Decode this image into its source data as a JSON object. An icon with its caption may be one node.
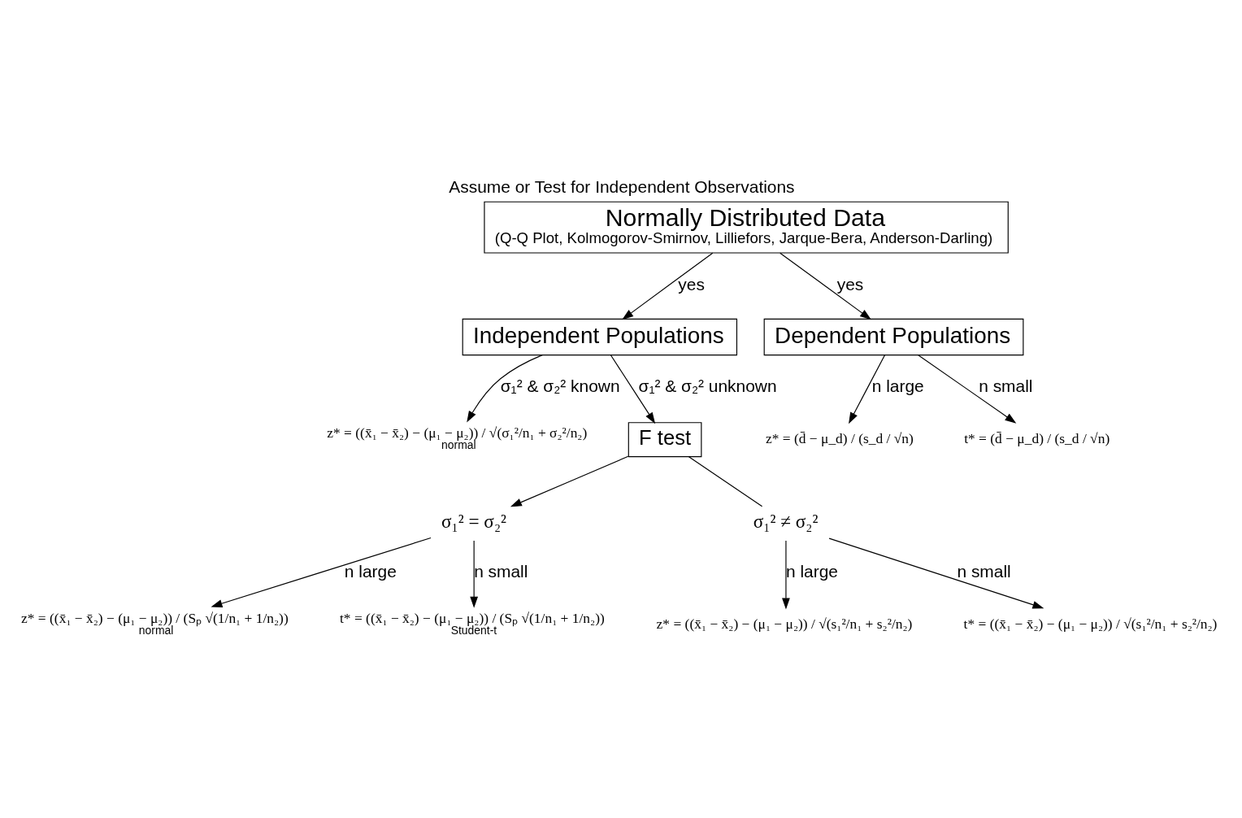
{
  "diagram": {
    "title": "Assume or Test for Independent Observations",
    "nodes": [
      {
        "text": [
          "Normally Distributed Data",
          "(Q-Q Plot, Kolmogorov-Smirnov, Lilliefors, Jarque-Bera, Anderson-Darling)"
        ]
      },
      {
        "text": [
          "Independent Populations"
        ]
      },
      {
        "text": [
          "Dependent Populations"
        ]
      },
      {
        "text": [
          "z* = ((x̄₁ − x̄₂) − (μ₁ − μ₂)) / √(σ₁²/n₁ + σ₂²/n₂)"
        ],
        "beside": [
          "normal"
        ]
      },
      {
        "text": [
          "F test"
        ]
      },
      {
        "text": [
          "z* = (d̄ − μ_d) / (s_d / √n)"
        ]
      },
      {
        "text": [
          "t* = (d̄ − μ_d) / (s_d / √n)"
        ]
      },
      {
        "text": [
          "σ₁² = σ₂²"
        ]
      },
      {
        "text": [
          "σ₁² ≠ σ₂²"
        ]
      },
      {
        "text": [
          "z* = ((x̄₁ − x̄₂) − (μ₁ − μ₂)) / (Sₚ √(1/n₁ + 1/n₂))"
        ],
        "beside": [
          "normal"
        ]
      },
      {
        "text": [
          "t* = ((x̄₁ − x̄₂) − (μ₁ − μ₂)) / (Sₚ √(1/n₁ + 1/n₂))"
        ],
        "beside": [
          "Student-t"
        ]
      },
      {
        "text": [
          "z* = ((x̄₁ − x̄₂) − (μ₁ − μ₂)) / √(s₁²/n₁ + s₂²/n₂)"
        ]
      },
      {
        "text": [
          "t* = ((x̄₁ − x̄₂) − (μ₁ − μ₂)) / √(s₁²/n₁ + s₂²/n₂)"
        ]
      }
    ],
    "edges": [
      {
        "from": 0,
        "to": 1,
        "arrow": "to",
        "label": "yes"
      },
      {
        "from": 0,
        "to": 2,
        "arrow": "to",
        "label": "yes"
      },
      {
        "from": 1,
        "to": 3,
        "arrow": "to",
        "label": "σ₁² & σ₂² known"
      },
      {
        "from": 1,
        "to": 4,
        "arrow": "to",
        "label": "σ₁² & σ₂² unknown"
      },
      {
        "from": 2,
        "to": 5,
        "arrow": "to",
        "label": "n large"
      },
      {
        "from": 2,
        "to": 6,
        "arrow": "to",
        "label": "n small"
      },
      {
        "from": 4,
        "to": 7,
        "arrow": "to"
      },
      {
        "from": 4,
        "to": 8,
        "arrow": "none"
      },
      {
        "from": 7,
        "to": 9,
        "arrow": "to",
        "label": "n large"
      },
      {
        "from": 7,
        "to": 10,
        "arrow": "to",
        "label": "n small"
      },
      {
        "from": 8,
        "to": 11,
        "arrow": "to",
        "label": "n large"
      },
      {
        "from": 8,
        "to": 12,
        "arrow": "to",
        "label": "n small"
      }
    ]
  }
}
